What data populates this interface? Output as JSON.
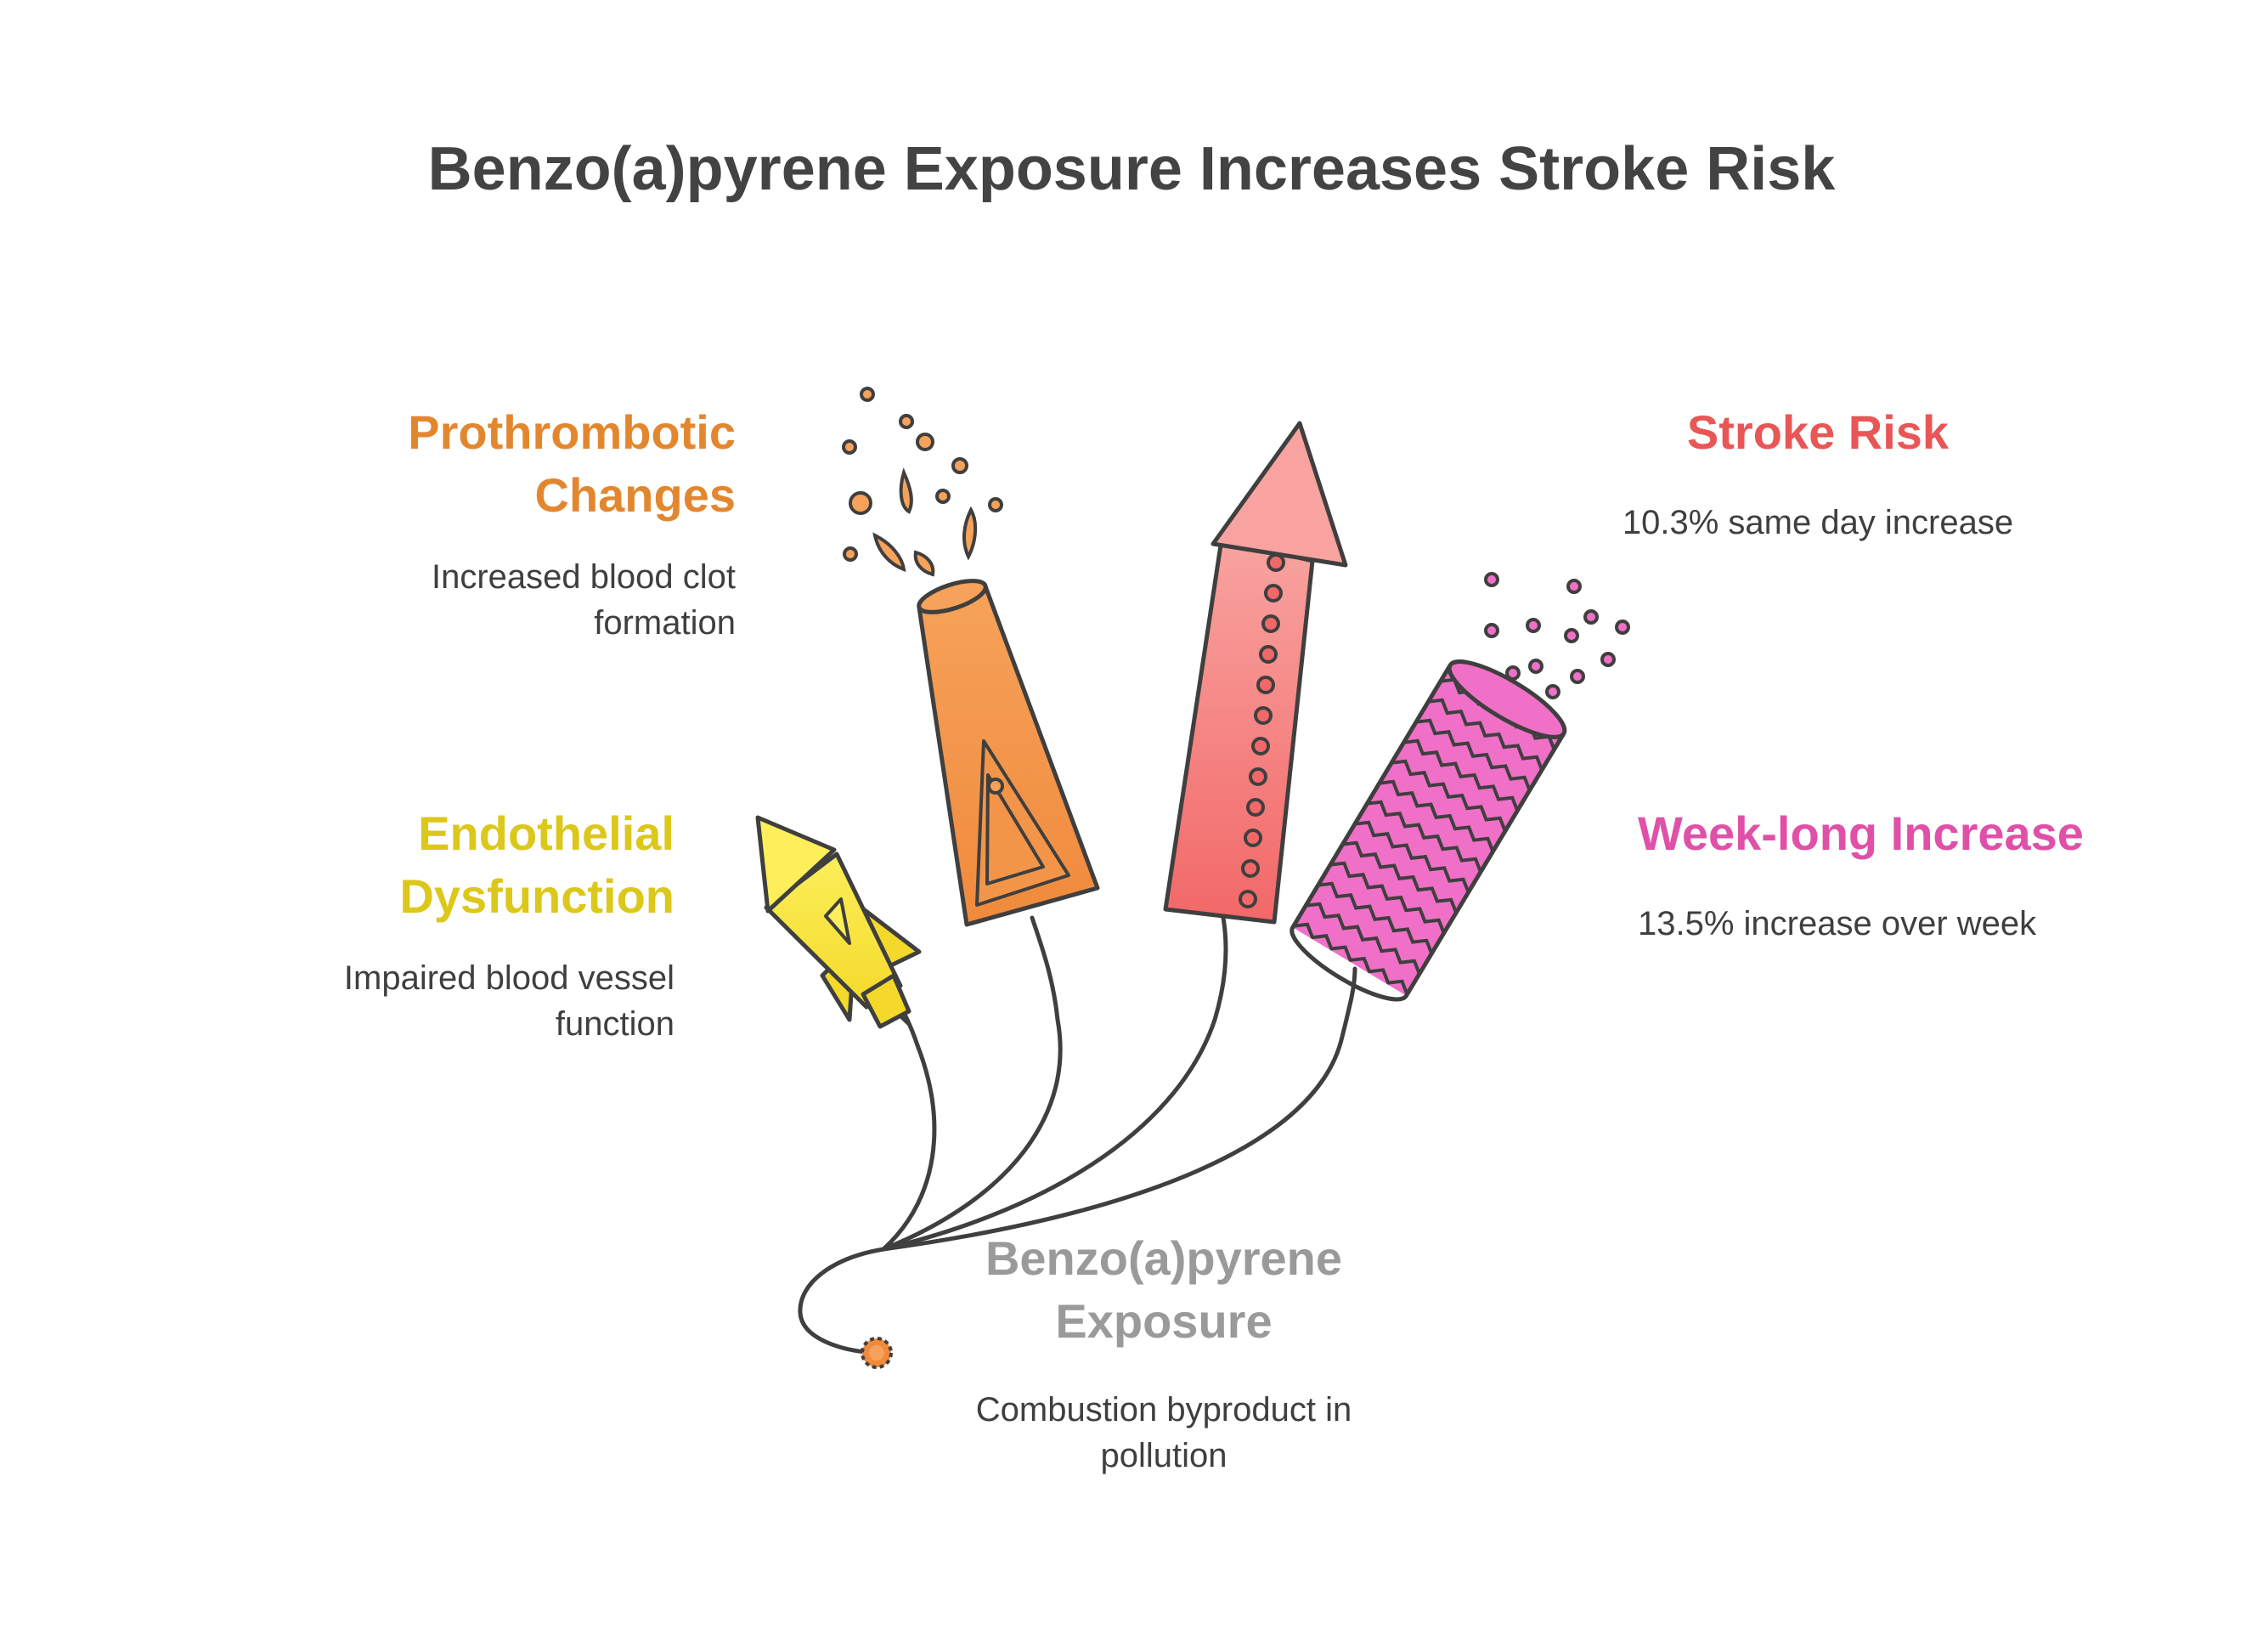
{
  "title": "Benzo(a)pyrene Exposure Increases Stroke Risk",
  "colors": {
    "prothrombotic": "#e3872f",
    "stroke": "#e85656",
    "weeklong": "#e050a8",
    "endothelial": "#dcc71b",
    "exposure": "#9a9a9a",
    "outline": "#3f3f3f"
  },
  "items": {
    "prothrombotic": {
      "heading_1": "Prothrombotic",
      "heading_2": "Changes",
      "desc_1": "Increased blood clot",
      "desc_2": "formation"
    },
    "stroke": {
      "heading_1": "Stroke Risk",
      "desc_1": "10.3% same day increase"
    },
    "endothelial": {
      "heading_1": "Endothelial",
      "heading_2": "Dysfunction",
      "desc_1": "Impaired blood vessel",
      "desc_2": "function"
    },
    "weeklong": {
      "heading_1": "Week-long Increase",
      "desc_1": "13.5% increase over week"
    },
    "exposure": {
      "heading_1": "Benzo(a)pyrene",
      "heading_2": "Exposure",
      "desc_1": "Combustion byproduct in",
      "desc_2": "pollution"
    }
  }
}
